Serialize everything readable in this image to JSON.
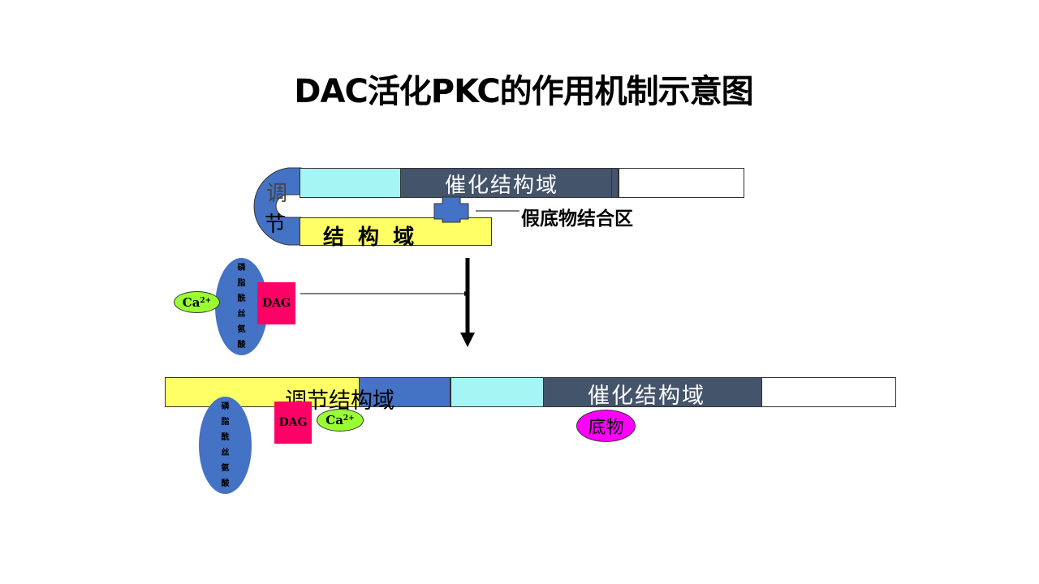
{
  "title": "DAC活化PKC的作用机制示意图",
  "inactive": {
    "catalytic_label": "催化结构域",
    "regulatory_domain_label": "结 构 域",
    "regulatory_curve_label": [
      "调",
      "节"
    ],
    "pseudosubstrate_label": "假底物结合区"
  },
  "activator": {
    "ps_label": [
      "磷",
      "脂",
      "酰",
      "丝",
      "氨",
      "酸"
    ],
    "dag_label": "DAG",
    "ca_label": "Ca",
    "ca_charge": "2+"
  },
  "active": {
    "regulatory_label": "调节结构域",
    "catalytic_label": "催化结构域",
    "ps_label": [
      "磷",
      "脂",
      "酰",
      "丝",
      "氨",
      "酸"
    ],
    "dag_label": "DAG",
    "ca_label": "Ca",
    "ca_charge": "2+",
    "substrate_label": "底物"
  },
  "colors": {
    "yellow": "#ffff66",
    "blue": "#4472c4",
    "cyan": "#a6f5f5",
    "slate": "#44546a",
    "magenta": "#ff00ff",
    "dag": "#ff0066",
    "ca": "#99ff33"
  }
}
